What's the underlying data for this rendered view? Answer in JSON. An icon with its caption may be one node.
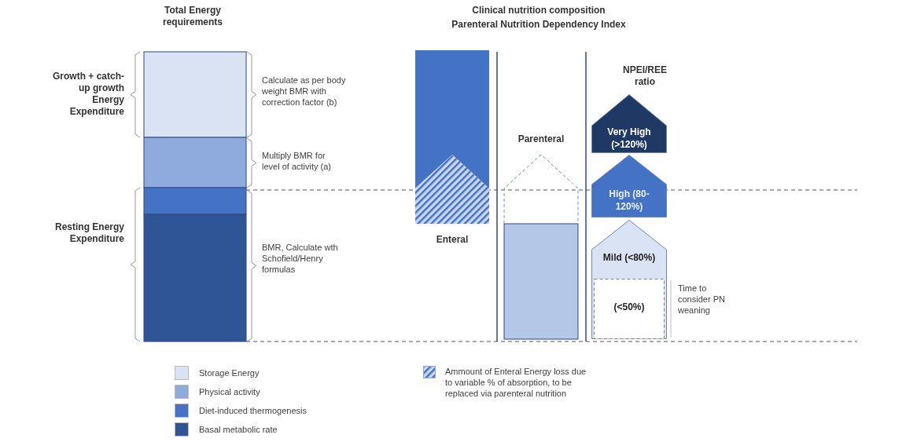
{
  "diagram": {
    "nodes": [
      {
        "text": [
          "Very High (>120%)"
        ]
      },
      {
        "text": [
          "High (80-120%)"
        ]
      },
      {
        "text": [
          "Mild (<80%)"
        ]
      },
      {
        "text": [
          "(<50%)"
        ],
        "in": 2,
        "beside": [
          "Time to consider PN weaning"
        ]
      }
    ],
    "edges": [],
    "labels": [
      "Total Energy requirements",
      "Clinical nutrition composition",
      "Parenteral Nutrition Dependency Index",
      "NPEI/REE ratio",
      "Growth + catch-up growth Energy Expenditure",
      "Calculate as per body weight BMR with correction factor (b)",
      "Parenteral",
      "Multiply BMR for level of activity (a)",
      "Resting Energy Expenditure",
      "Enteral",
      "BMR, Calculate wth Schofield/Henry formulas"
    ],
    "legend": [
      {
        "text": "Storage Energy",
        "color": "#dae3f3"
      },
      {
        "text": "Physical activity",
        "color": "#8faadc"
      },
      {
        "text": "Diet-induced thermogenesis",
        "color": "#4472c4"
      },
      {
        "text": "Basal metabolic rate",
        "color": "#2f5597"
      },
      {
        "text": "Ammount of Enteral Energy loss due to variable % of absorption, to be replaced via parenteral nutrition"
      }
    ]
  }
}
